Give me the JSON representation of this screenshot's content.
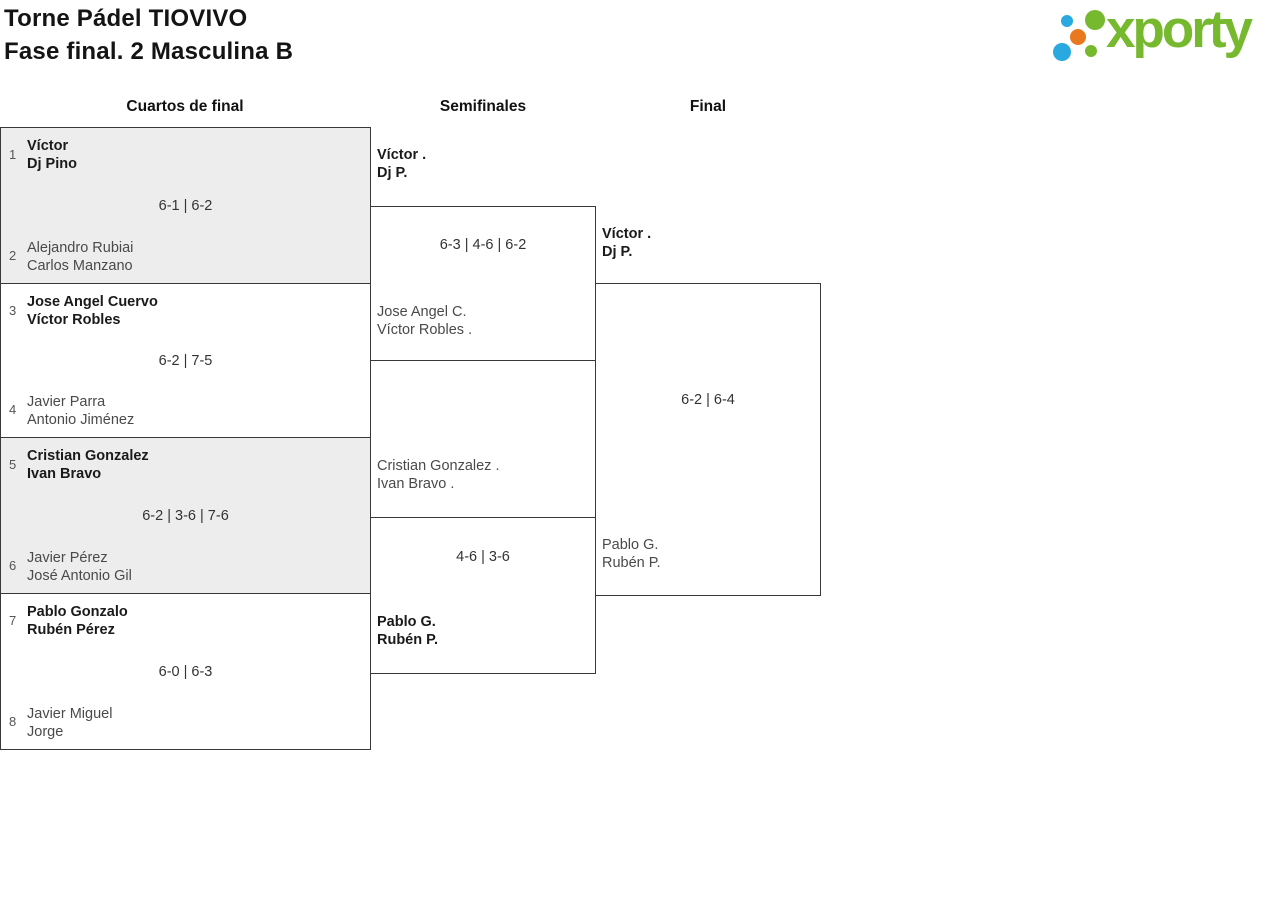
{
  "header": {
    "title_line1": "Torne Pádel TIOVIVO",
    "title_line2": "Fase final. 2 Masculina B"
  },
  "logo": {
    "text": "xporty",
    "colors": {
      "green": "#76b82e",
      "blue": "#29a9e0",
      "orange": "#e8791e"
    }
  },
  "columns": {
    "quarterfinals": "Cuartos de final",
    "semifinals": "Semifinales",
    "final": "Final"
  },
  "bracket": {
    "quarterfinals": [
      {
        "seed_top": "1",
        "top_line1": "Víctor",
        "top_line2": "Dj Pino",
        "top_winner": true,
        "score": "6-1 | 6-2",
        "seed_bottom": "2",
        "bottom_line1": "Alejandro Rubiai",
        "bottom_line2": "Carlos Manzano",
        "bottom_winner": false
      },
      {
        "seed_top": "3",
        "top_line1": "Jose Angel Cuervo",
        "top_line2": "Víctor Robles",
        "top_winner": true,
        "score": "6-2 | 7-5",
        "seed_bottom": "4",
        "bottom_line1": "Javier Parra",
        "bottom_line2": "Antonio Jiménez",
        "bottom_winner": false
      },
      {
        "seed_top": "5",
        "top_line1": "Cristian Gonzalez",
        "top_line2": "Ivan Bravo",
        "top_winner": true,
        "score": "6-2 | 3-6 | 7-6",
        "seed_bottom": "6",
        "bottom_line1": "Javier Pérez",
        "bottom_line2": "José Antonio Gil",
        "bottom_winner": false
      },
      {
        "seed_top": "7",
        "top_line1": "Pablo Gonzalo",
        "top_line2": "Rubén Pérez",
        "top_winner": true,
        "score": "6-0 | 6-3",
        "seed_bottom": "8",
        "bottom_line1": "Javier Miguel",
        "bottom_line2": "Jorge",
        "bottom_winner": false
      }
    ],
    "semifinals": [
      {
        "top_line1": "Víctor .",
        "top_line2": "Dj P.",
        "top_winner": true,
        "score": "6-3 | 4-6 | 6-2",
        "bottom_line1": "Jose Angel C.",
        "bottom_line2": "Víctor Robles .",
        "bottom_winner": false
      },
      {
        "top_line1": "Cristian Gonzalez .",
        "top_line2": "Ivan Bravo .",
        "top_winner": false,
        "score": "4-6 | 3-6",
        "bottom_line1": "Pablo G.",
        "bottom_line2": "Rubén P.",
        "bottom_winner": true
      }
    ],
    "final": {
      "top_line1": "Víctor .",
      "top_line2": "Dj P.",
      "top_winner": true,
      "score": "6-2 | 6-4",
      "bottom_line1": "Pablo G.",
      "bottom_line2": "Rubén P.",
      "bottom_winner": false
    }
  }
}
